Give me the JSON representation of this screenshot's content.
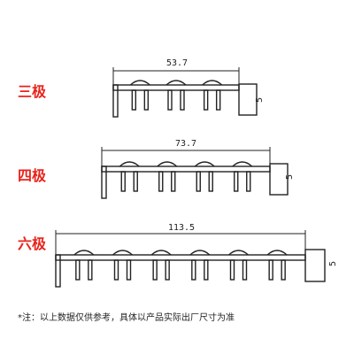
{
  "variants": [
    {
      "label": "三极",
      "width_label": "53.7",
      "height_label": "5",
      "poles": 3
    },
    {
      "label": "四极",
      "width_label": "73.7",
      "height_label": "5",
      "poles": 4
    },
    {
      "label": "六极",
      "width_label": "113.5",
      "height_label": "5",
      "poles": 6
    }
  ],
  "note": "*注：以上数据仅供参考，具体以产品实际出厂尺寸为准",
  "colors": {
    "label": "#e8231b",
    "line": "#222222"
  }
}
